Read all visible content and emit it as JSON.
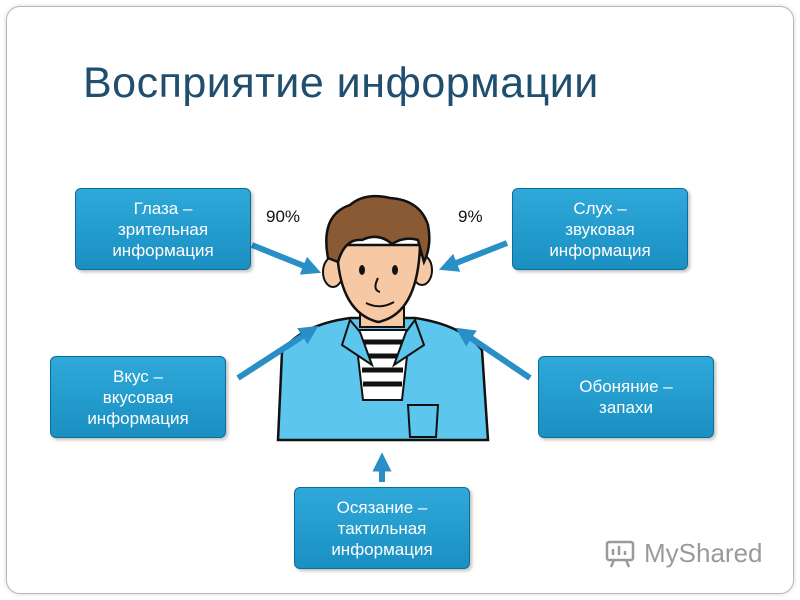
{
  "title": "Восприятие информации",
  "boxes": {
    "eyes": {
      "line1": "Глаза –",
      "line2": "зрительная",
      "line3": "информация"
    },
    "hearing": {
      "line1": "Слух –",
      "line2": "звуковая",
      "line3": "информация"
    },
    "taste": {
      "line1": "Вкус –",
      "line2": "вкусовая",
      "line3": "информация"
    },
    "smell": {
      "line1": "Обоняние –",
      "line2": "запахи"
    },
    "touch": {
      "line1": "Осязание –",
      "line2": "тактильная",
      "line3": "информация"
    }
  },
  "percentages": {
    "eyes": "90%",
    "hearing": "9%"
  },
  "watermark": "MyShared",
  "colors": {
    "box": "#1f9ad0",
    "arrow": "#2a8fc6",
    "title": "#1f4e6e",
    "shirt": "#5cc6ec"
  },
  "icons": [
    "person-illustration",
    "arrow-icon",
    "myshared-logo-icon"
  ]
}
